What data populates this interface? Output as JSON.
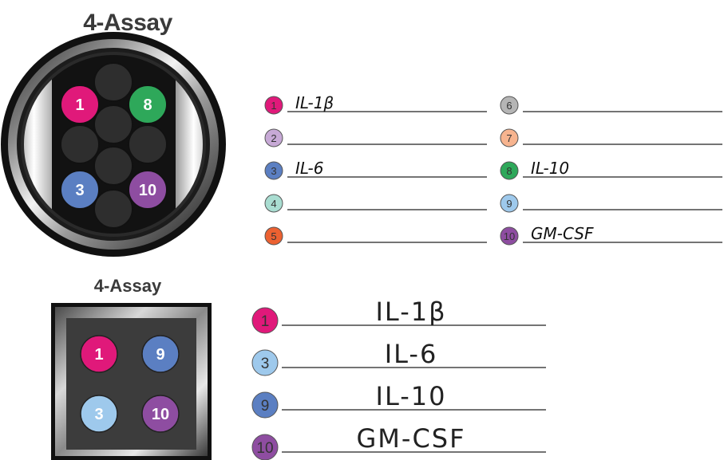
{
  "top_diagram": {
    "title": "4-Assay",
    "spots": [
      {
        "label": "1",
        "color": "#e0197a"
      },
      {
        "label": "8",
        "color": "#2ea85a"
      },
      {
        "label": "3",
        "color": "#5b7fc2"
      },
      {
        "label": "10",
        "color": "#8e4da1"
      }
    ],
    "legend": [
      {
        "num": "1",
        "color": "#e0197a",
        "analyte": "IL-1β"
      },
      {
        "num": "2",
        "color": "#c7a9d6",
        "analyte": ""
      },
      {
        "num": "3",
        "color": "#5b7fc2",
        "analyte": "IL-6"
      },
      {
        "num": "4",
        "color": "#a9ddd1",
        "analyte": ""
      },
      {
        "num": "5",
        "color": "#ec6131",
        "analyte": ""
      },
      {
        "num": "6",
        "color": "#b5b5b5",
        "analyte": ""
      },
      {
        "num": "7",
        "color": "#f7b48f",
        "analyte": ""
      },
      {
        "num": "8",
        "color": "#2ea85a",
        "analyte": "IL-10"
      },
      {
        "num": "9",
        "color": "#9ec9ec",
        "analyte": ""
      },
      {
        "num": "10",
        "color": "#8e4da1",
        "analyte": "GM-CSF"
      }
    ]
  },
  "bottom_diagram": {
    "title": "4-Assay",
    "spots": [
      {
        "label": "1",
        "color": "#e0197a"
      },
      {
        "label": "9",
        "color": "#5b7fc2"
      },
      {
        "label": "3",
        "color": "#9ec9ec"
      },
      {
        "label": "10",
        "color": "#8e4da1"
      }
    ],
    "legend": [
      {
        "num": "1",
        "color": "#e0197a",
        "analyte": "IL-1β"
      },
      {
        "num": "3",
        "color": "#9ec9ec",
        "analyte": "IL-6"
      },
      {
        "num": "9",
        "color": "#5b7fc2",
        "analyte": "IL-10"
      },
      {
        "num": "10",
        "color": "#8e4da1",
        "analyte": "GM-CSF"
      }
    ]
  }
}
